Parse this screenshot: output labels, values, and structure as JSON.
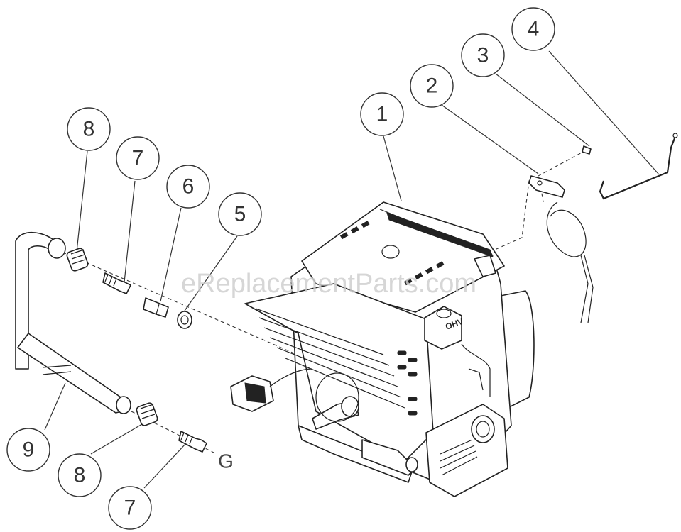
{
  "watermark": "eReplacementParts.com",
  "engine_label": "OHV",
  "connector_label": "G",
  "callouts": [
    {
      "id": "c1",
      "label": "1"
    },
    {
      "id": "c2",
      "label": "2"
    },
    {
      "id": "c3",
      "label": "3"
    },
    {
      "id": "c4",
      "label": "4"
    },
    {
      "id": "c5",
      "label": "5"
    },
    {
      "id": "c6",
      "label": "6"
    },
    {
      "id": "c7a",
      "label": "7"
    },
    {
      "id": "c8a",
      "label": "8"
    },
    {
      "id": "c9",
      "label": "9"
    },
    {
      "id": "c8b",
      "label": "8"
    },
    {
      "id": "c7b",
      "label": "7"
    }
  ]
}
